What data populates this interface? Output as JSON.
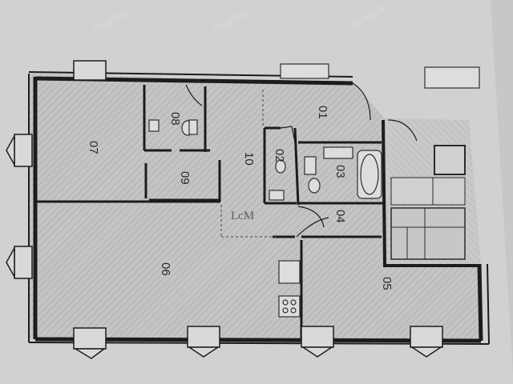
{
  "plan": {
    "rooms": [
      {
        "id": "07",
        "label": "07"
      },
      {
        "id": "08",
        "label": "08"
      },
      {
        "id": "09",
        "label": "09"
      },
      {
        "id": "10",
        "label": "10"
      },
      {
        "id": "01",
        "label": "01"
      },
      {
        "id": "02",
        "label": "02"
      },
      {
        "id": "03",
        "label": "03"
      },
      {
        "id": "04",
        "label": "04"
      },
      {
        "id": "06",
        "label": "06"
      },
      {
        "id": "05",
        "label": "05"
      }
    ],
    "stamp": "LcM",
    "watermark": "RealSide",
    "colors": {
      "paper_outer": "#c9cbc9",
      "paper_inner": "#d6d8d6",
      "hatch_fill": "#c2c4c2",
      "hatch_line": "#a9abaa",
      "wall": "#1c1c1c",
      "fixture": "#3a3a3a"
    }
  }
}
